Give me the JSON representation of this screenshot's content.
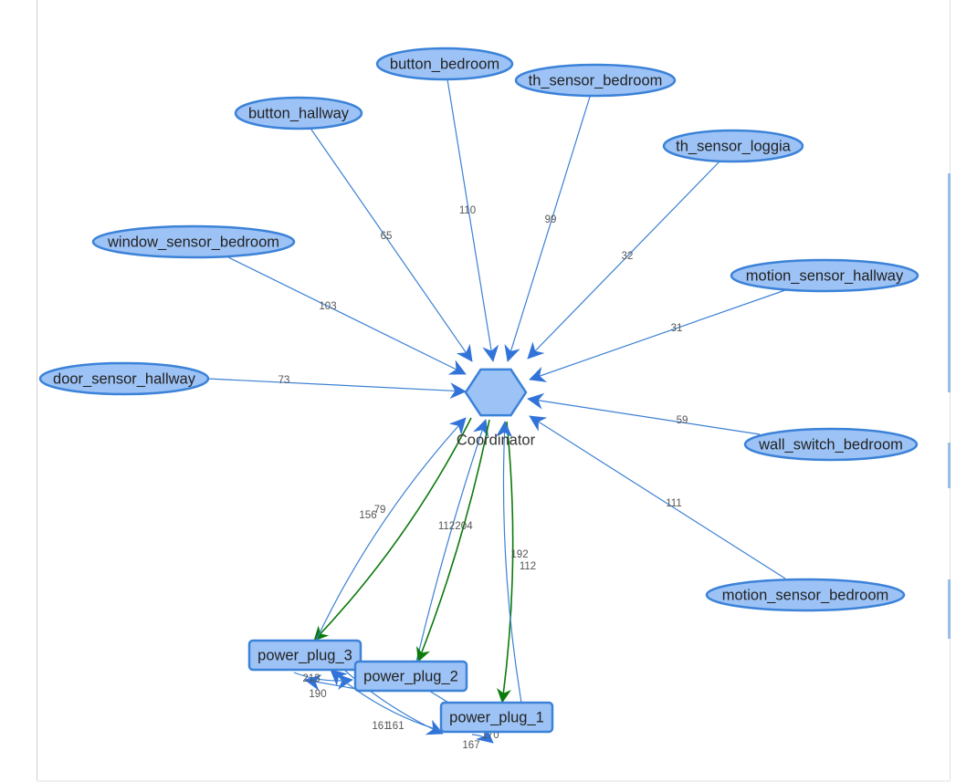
{
  "colors": {
    "node_fill": "#9dc3f6",
    "node_stroke": "#3b82d8",
    "edge_blue": "#3b80d4",
    "edge_green": "#0b7a0b",
    "arrow_blue": "#3173d8"
  },
  "coordinator": {
    "id": "coordinator",
    "label": "Coordinator",
    "shape": "hexagon"
  },
  "end_devices": [
    {
      "id": "button_bedroom",
      "label": "button_bedroom"
    },
    {
      "id": "th_sensor_bedroom",
      "label": "th_sensor_bedroom"
    },
    {
      "id": "button_hallway",
      "label": "button_hallway"
    },
    {
      "id": "th_sensor_loggia",
      "label": "th_sensor_loggia"
    },
    {
      "id": "window_sensor_bedroom",
      "label": "window_sensor_bedroom"
    },
    {
      "id": "motion_sensor_hallway",
      "label": "motion_sensor_hallway"
    },
    {
      "id": "door_sensor_hallway",
      "label": "door_sensor_hallway"
    },
    {
      "id": "wall_switch_bedroom",
      "label": "wall_switch_bedroom"
    },
    {
      "id": "motion_sensor_bedroom",
      "label": "motion_sensor_bedroom"
    }
  ],
  "routers": [
    {
      "id": "power_plug_3",
      "label": "power_plug_3"
    },
    {
      "id": "power_plug_2",
      "label": "power_plug_2"
    },
    {
      "id": "power_plug_1",
      "label": "power_plug_1"
    }
  ],
  "edges": [
    {
      "from": "button_bedroom",
      "to": "coordinator",
      "label": "110",
      "color": "blue"
    },
    {
      "from": "th_sensor_bedroom",
      "to": "coordinator",
      "label": "99",
      "color": "blue"
    },
    {
      "from": "button_hallway",
      "to": "coordinator",
      "label": "65",
      "color": "blue"
    },
    {
      "from": "th_sensor_loggia",
      "to": "coordinator",
      "label": "32",
      "color": "blue"
    },
    {
      "from": "window_sensor_bedroom",
      "to": "coordinator",
      "label": "103",
      "color": "blue"
    },
    {
      "from": "motion_sensor_hallway",
      "to": "coordinator",
      "label": "31",
      "color": "blue"
    },
    {
      "from": "door_sensor_hallway",
      "to": "coordinator",
      "label": "73",
      "color": "blue"
    },
    {
      "from": "wall_switch_bedroom",
      "to": "coordinator",
      "label": "59",
      "color": "blue"
    },
    {
      "from": "motion_sensor_bedroom",
      "to": "coordinator",
      "label": "111",
      "color": "blue"
    },
    {
      "from": "coordinator",
      "to": "power_plug_3",
      "label": "156",
      "color": "green"
    },
    {
      "from": "power_plug_3",
      "to": "coordinator",
      "label": "79",
      "color": "blue"
    },
    {
      "from": "power_plug_2",
      "to": "coordinator",
      "label": "112",
      "color": "blue"
    },
    {
      "from": "coordinator",
      "to": "power_plug_2",
      "label": "204",
      "color": "green"
    },
    {
      "from": "coordinator",
      "to": "power_plug_1",
      "label": "192",
      "color": "green"
    },
    {
      "from": "power_plug_1",
      "to": "coordinator",
      "label": "112",
      "color": "blue"
    },
    {
      "from": "power_plug_3",
      "to": "power_plug_2",
      "label": "213",
      "color": "blue"
    },
    {
      "from": "power_plug_2",
      "to": "power_plug_3",
      "label": "190",
      "color": "blue"
    },
    {
      "from": "power_plug_3",
      "to": "power_plug_1",
      "label": "161",
      "color": "blue"
    },
    {
      "from": "power_plug_1",
      "to": "power_plug_3",
      "label": "161",
      "color": "blue"
    },
    {
      "from": "power_plug_2",
      "to": "power_plug_1",
      "label": "170",
      "color": "blue"
    },
    {
      "from": "power_plug_1",
      "to": "power_plug_2",
      "label": "167",
      "color": "blue"
    }
  ]
}
